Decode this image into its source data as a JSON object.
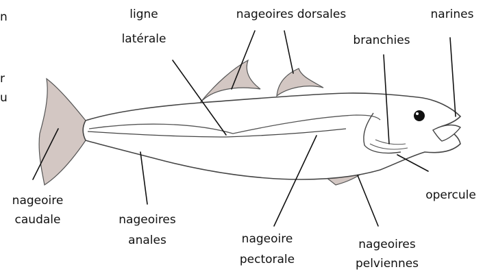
{
  "left_fragments": [
    "n",
    "r",
    "u"
  ],
  "labels": {
    "ligne_laterale": [
      "ligne",
      "latérale"
    ],
    "nageoires_dorsales": "nageoires dorsales",
    "narines": "narines",
    "branchies": "branchies",
    "nageoire_caudale": [
      "nageoire",
      "caudale"
    ],
    "nageoires_anales": [
      "nageoires",
      "anales"
    ],
    "nageoire_pectorale": [
      "nageoire",
      "pectorale"
    ],
    "nageoires_pelviennes": [
      "nageoires",
      "pelviennes"
    ],
    "opercule": "opercule"
  },
  "colors": {
    "fin_fill": "#d3c7c3",
    "outline": "#444444",
    "leader": "#111111",
    "text": "#111111"
  }
}
